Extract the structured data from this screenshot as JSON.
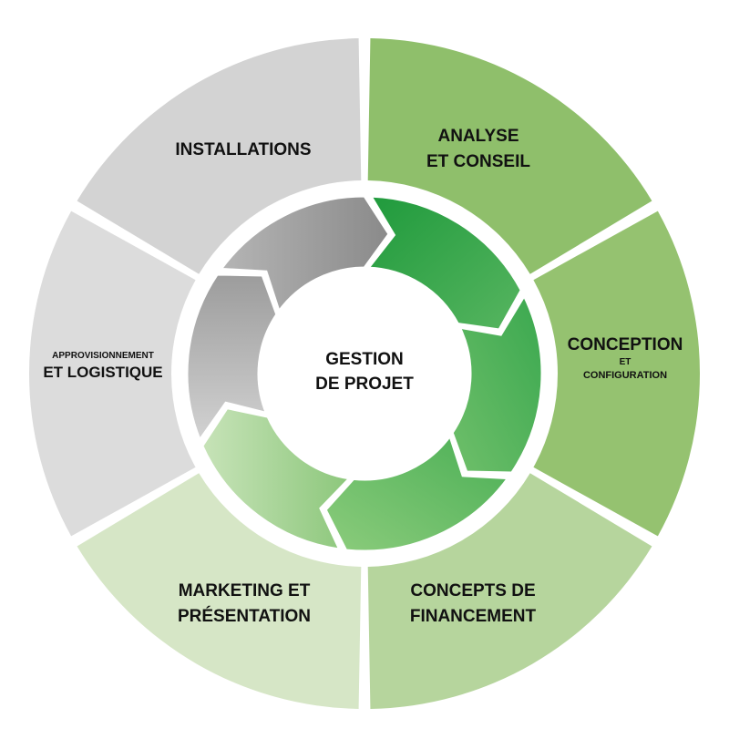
{
  "diagram": {
    "center": {
      "line1": "GESTION",
      "line2": "DE PROJET"
    },
    "segments": [
      {
        "id": "analyse",
        "lines": [
          "ANALYSE",
          "ET CONSEIL"
        ],
        "color": "#8fbf6b"
      },
      {
        "id": "conception",
        "lines": [
          "CONCEPTION",
          "ET",
          "CONFIGURATION"
        ],
        "color": "#95c270"
      },
      {
        "id": "financement",
        "lines": [
          "CONCEPTS DE",
          "FINANCEMENT"
        ],
        "color": "#b6d59d"
      },
      {
        "id": "marketing",
        "lines": [
          "MARKETING ET",
          "PRÉSENTATION"
        ],
        "color": "#d6e6c6"
      },
      {
        "id": "approvisionnement",
        "lines": [
          "APPROVISIONNEMENT",
          "ET LOGISTIQUE"
        ],
        "color": "#dcdcdc"
      },
      {
        "id": "installations",
        "lines": [
          "INSTALLATIONS"
        ],
        "color": "#d3d3d3"
      }
    ],
    "arrows": {
      "green_dark": "#2e9e46",
      "green_mid": "#5cb85c",
      "green_light": "#9ccf8a",
      "grey_dark": "#8f8f8f",
      "grey_light": "#bdbdbd"
    }
  }
}
